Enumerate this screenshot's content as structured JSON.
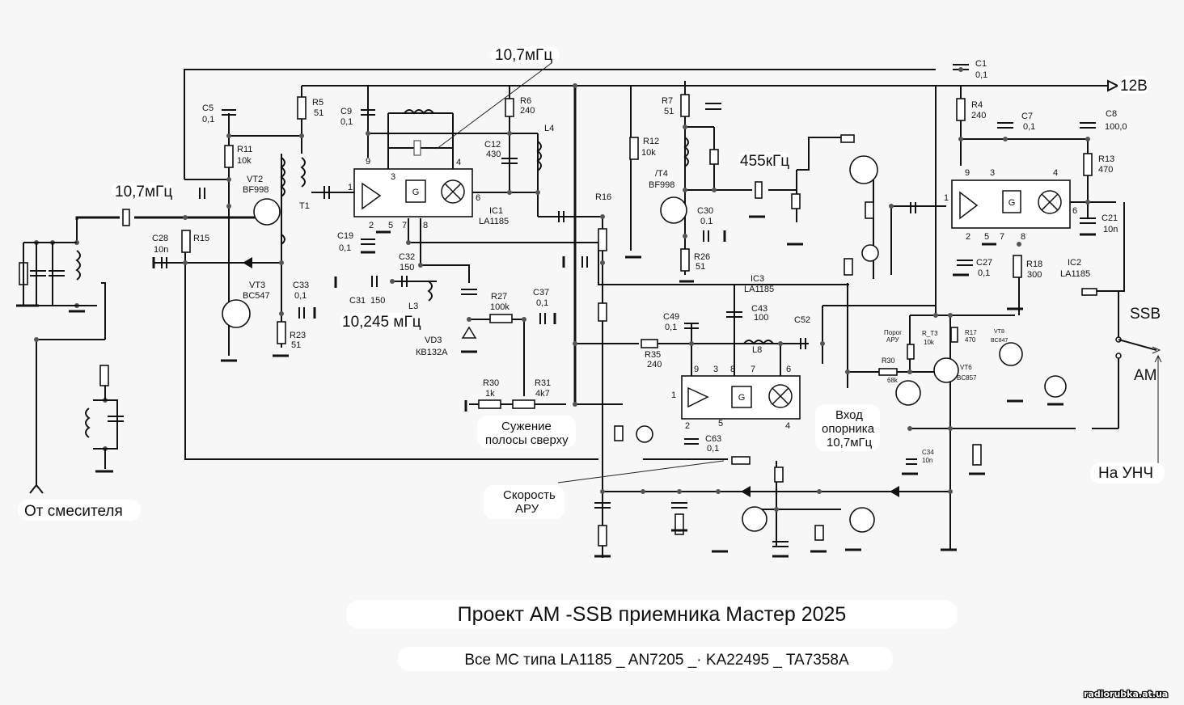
{
  "title": "Проект АМ -SSB приемника Мастер 2025",
  "subtitle": "Все МС типа LA1185 _  AN7205 _· KA22495 _ TA7358A",
  "watermark": "radiorubka.at.ua",
  "annotations": {
    "freq_top": "10,7мГц",
    "freq_left": "10,7мГц",
    "freq_455": "455кГц",
    "freq_10245": "10,245 мГц",
    "supply": "12В",
    "from_mixer": "От смесителя",
    "to_amp": "На УНЧ",
    "ssb": "SSB",
    "am": "АМ",
    "bandwidth_line1": "Сужение",
    "bandwidth_line2": "полосы сверху",
    "agc_speed_line1": "Скорость",
    "agc_speed_line2": "АРУ",
    "ref_input_line1": "Вход",
    "ref_input_line2": "опорника",
    "ref_input_line3": "10,7мГц",
    "agc_threshold_line1": "Порог",
    "agc_threshold_line2": "АРУ"
  },
  "ics": [
    {
      "ref": "IC1",
      "type": "LA1185",
      "pins": [
        "1",
        "2",
        "3",
        "4",
        "5",
        "6",
        "7",
        "8",
        "9"
      ],
      "gen": "G"
    },
    {
      "ref": "IC2",
      "type": "LA1185",
      "pins": [
        "1",
        "2",
        "3",
        "4",
        "5",
        "6",
        "7",
        "8",
        "9"
      ],
      "gen": "G"
    },
    {
      "ref": "IC3",
      "type": "LA1185",
      "pins": [
        "1",
        "2",
        "3",
        "4",
        "5",
        "6",
        "7",
        "8",
        "9"
      ],
      "gen": "G"
    }
  ],
  "components": {
    "C5": {
      "ref": "C5",
      "value": "0,1"
    },
    "R11": {
      "ref": "R11",
      "value": "10k"
    },
    "R5": {
      "ref": "R5",
      "value": "51"
    },
    "VT2": {
      "ref": "VT2",
      "value": "BF998"
    },
    "T1": {
      "ref": "T1"
    },
    "C28": {
      "ref": "C28",
      "value": "10n"
    },
    "R15": {
      "ref": "R15"
    },
    "VT3": {
      "ref": "VT3",
      "value": "BC547"
    },
    "C33": {
      "ref": "C33",
      "value": "0,1"
    },
    "R23": {
      "ref": "R23",
      "value": "51"
    },
    "C9": {
      "ref": "C9",
      "value": "0,1"
    },
    "C19": {
      "ref": "C19",
      "value": "0,1"
    },
    "R6": {
      "ref": "R6",
      "value": "240"
    },
    "C12": {
      "ref": "C12",
      "value": "430"
    },
    "L4": {
      "ref": "L4"
    },
    "C32": {
      "ref": "C32",
      "value": "150"
    },
    "C31": {
      "ref": "C31",
      "value": "150"
    },
    "L3": {
      "ref": "L3"
    },
    "VD3": {
      "ref": "VD3",
      "value": "КВ132А"
    },
    "R27": {
      "ref": "R27",
      "value": "100k"
    },
    "C37": {
      "ref": "C37",
      "value": "0,1"
    },
    "R30a": {
      "ref": "R30",
      "value": "1k"
    },
    "R31": {
      "ref": "R31",
      "value": "4k7"
    },
    "R16": {
      "ref": "R16"
    },
    "R12": {
      "ref": "R12",
      "value": "10k"
    },
    "R7": {
      "ref": "R7",
      "value": "51"
    },
    "VT4": {
      "ref": "/T4",
      "value": "BF998"
    },
    "C30": {
      "ref": "C30",
      "value": "0.1"
    },
    "R26": {
      "ref": "R26",
      "value": "51"
    },
    "C49": {
      "ref": "C49",
      "value": "0,1"
    },
    "C43": {
      "ref": "C43",
      "value": "100"
    },
    "R35": {
      "ref": "R35",
      "value": "240"
    },
    "L8": {
      "ref": "L8"
    },
    "C52": {
      "ref": "C52"
    },
    "C63": {
      "ref": "C63",
      "value": "0,1"
    },
    "C1": {
      "ref": "C1",
      "value": "0,1"
    },
    "R4": {
      "ref": "R4",
      "value": "240"
    },
    "C7": {
      "ref": "C7",
      "value": "0,1"
    },
    "C8": {
      "ref": "C8",
      "value": "100,0"
    },
    "R13": {
      "ref": "R13",
      "value": "470"
    },
    "C21": {
      "ref": "C21",
      "value": "10n"
    },
    "C27": {
      "ref": "C27",
      "value": "0,1"
    },
    "R18": {
      "ref": "R18",
      "value": "300"
    },
    "R_T3": {
      "ref": "R_T3",
      "value": "10k"
    },
    "R30b": {
      "ref": "R30",
      "value": "68k"
    },
    "R17": {
      "ref": "R17",
      "value": "470"
    },
    "VT6": {
      "ref": "VT6",
      "value": "BC857"
    },
    "VT8": {
      "ref": "VT8",
      "value": "BC847"
    },
    "C34": {
      "ref": "C34",
      "value": "10n"
    }
  }
}
